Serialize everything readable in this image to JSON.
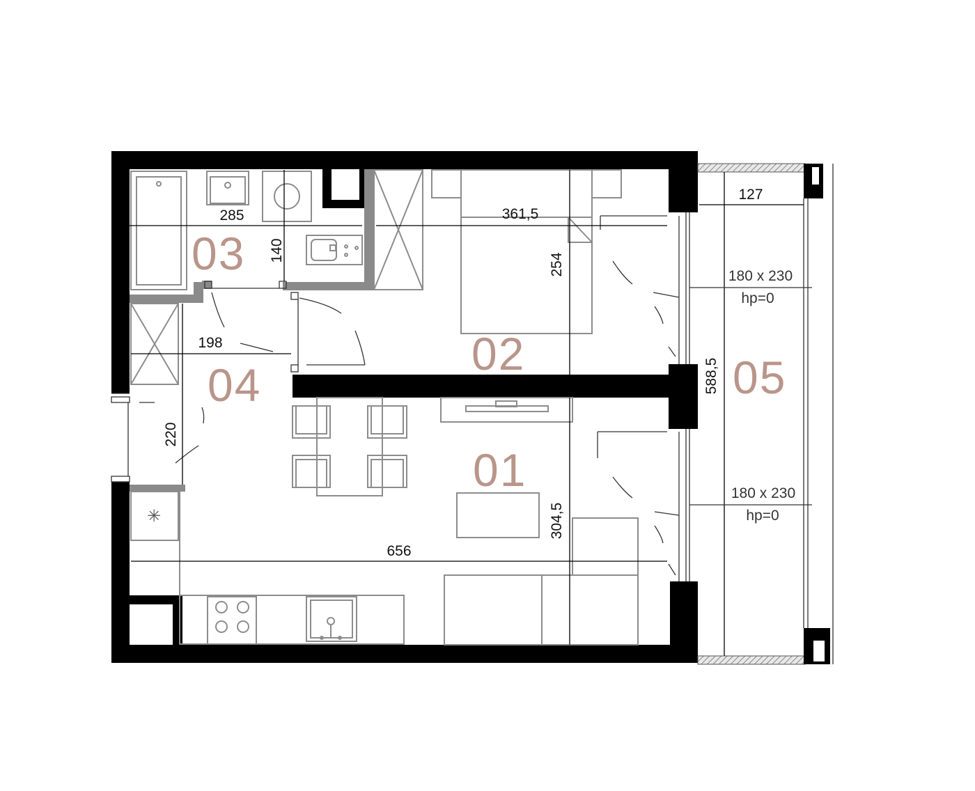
{
  "rooms": {
    "r01": "01",
    "r02": "02",
    "r03": "03",
    "r04": "04",
    "r05": "05"
  },
  "dimensions": {
    "d285": "285",
    "d140": "140",
    "d361": "361,5",
    "d254": "254",
    "d127": "127",
    "d198": "198",
    "d220": "220",
    "d588": "588,5",
    "d304": "304,5",
    "d656": "656"
  },
  "windows": {
    "w1_size": "180 x 230",
    "w1_hp": "hp=0",
    "w2_size": "180 x 230",
    "w2_hp": "hp=0"
  },
  "colors": {
    "wall": "#000000",
    "partition": "#8a8a8a",
    "room_label": "#b9958a",
    "furniture": "#8c8c8c"
  }
}
